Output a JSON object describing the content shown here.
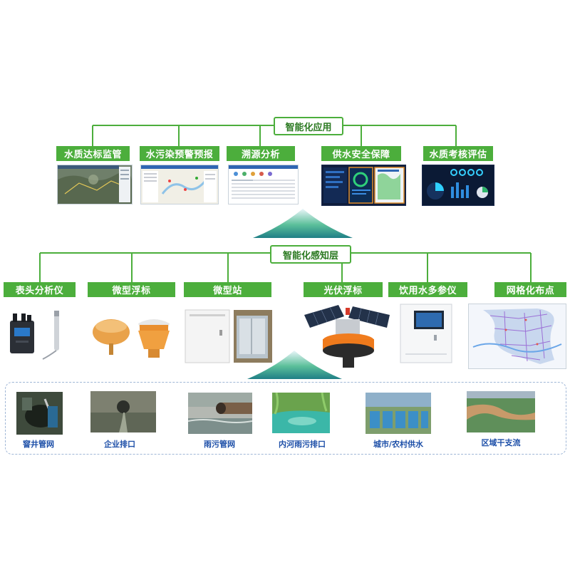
{
  "top": {
    "hub_label": "智能化应用",
    "apps": [
      {
        "label": "水质达标监管",
        "icon": "map-dashboard-icon"
      },
      {
        "label": "水污染预警预报",
        "icon": "gis-map-dashboard-icon"
      },
      {
        "label": "溯源分析",
        "icon": "analysis-table-icon"
      },
      {
        "label": "供水安全保障",
        "icon": "water-supply-dashboard-icon"
      },
      {
        "label": "水质考核评估",
        "icon": "assessment-dashboard-icon"
      }
    ]
  },
  "middle": {
    "hub_label": "智能化感知层",
    "devices": [
      {
        "label": "表头分析仪",
        "icon": "meter-analyzer-icon"
      },
      {
        "label": "微型浮标",
        "icon": "micro-buoy-icon"
      },
      {
        "label": "微型站",
        "icon": "micro-station-icon"
      },
      {
        "label": "光伏浮标",
        "icon": "solar-buoy-icon"
      },
      {
        "label": "饮用水多参仪",
        "icon": "multi-parameter-instrument-icon"
      },
      {
        "label": "网格化布点",
        "icon": "grid-layout-map-icon"
      }
    ]
  },
  "bottom": {
    "scenes": [
      {
        "label": "窨井管网",
        "icon": "manhole-photo-icon"
      },
      {
        "label": "企业排口",
        "icon": "enterprise-outfall-photo-icon"
      },
      {
        "label": "雨污管网",
        "icon": "rain-sewage-pipe-photo-icon"
      },
      {
        "label": "内河雨污排口",
        "icon": "inland-river-outfall-photo-icon"
      },
      {
        "label": "城市/农村供水",
        "icon": "water-plant-photo-icon"
      },
      {
        "label": "区域干支流",
        "icon": "river-basin-photo-icon"
      }
    ]
  },
  "colors": {
    "green": "#4cae3c",
    "caption_blue": "#1d4fa8",
    "dashed_border": "#9fb6d6"
  }
}
